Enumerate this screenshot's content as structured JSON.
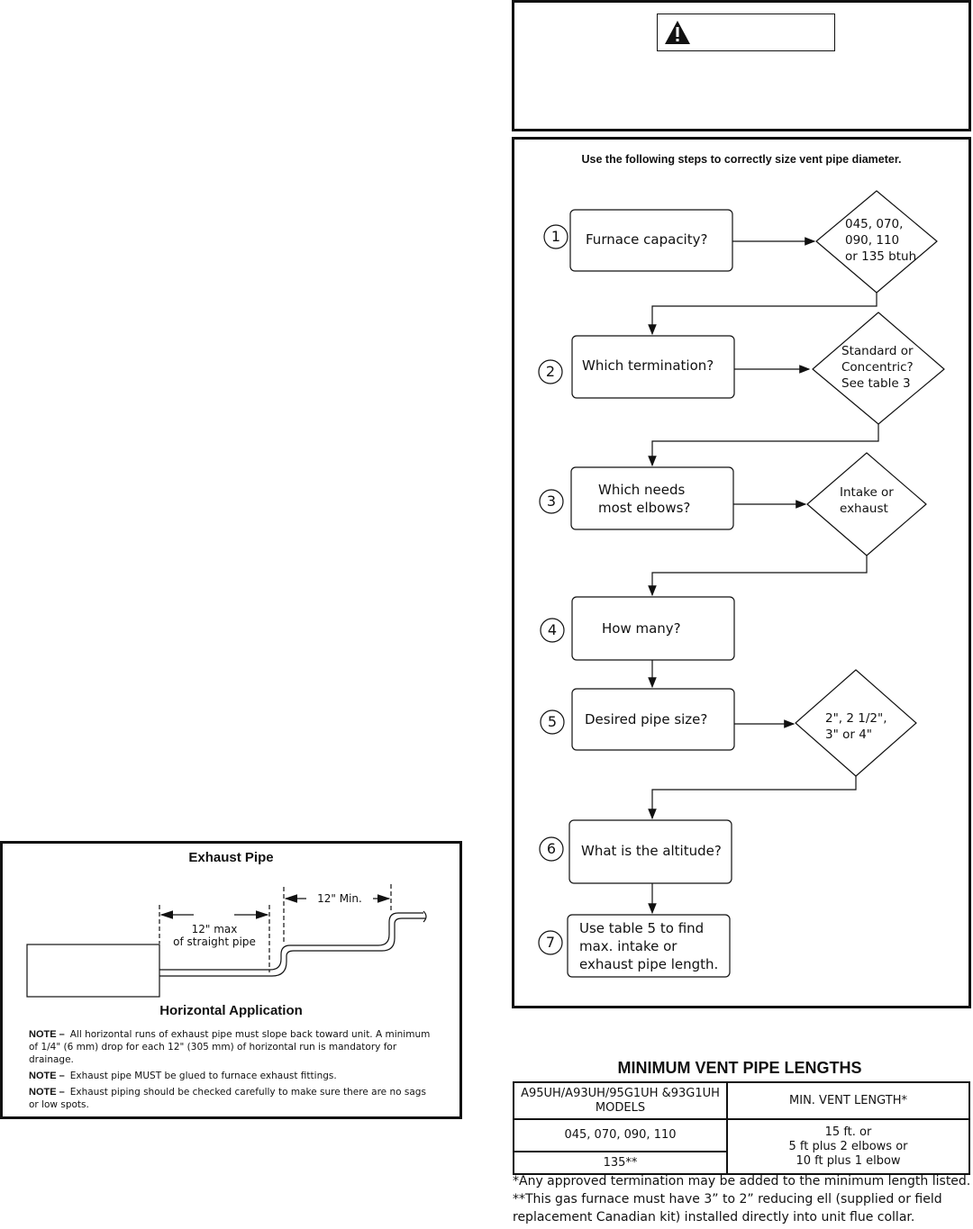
{
  "warning_box": {
    "icon": "warning-triangle-icon"
  },
  "flowchart": {
    "title": "Use the following steps to correctly size vent pipe diameter.",
    "steps": [
      {
        "number": "1",
        "question": "Furnace capacity?",
        "answer_lines": [
          "045, 070,",
          "090, 110",
          "or 135 btuh"
        ]
      },
      {
        "number": "2",
        "question": "Which termination?",
        "answer_lines": [
          "Standard or",
          "Concentric?",
          "See table 3"
        ]
      },
      {
        "number": "3",
        "question_lines": [
          "Which needs",
          "most elbows?"
        ],
        "answer_lines": [
          "Intake or",
          "exhaust"
        ]
      },
      {
        "number": "4",
        "question": "How many?"
      },
      {
        "number": "5",
        "question": "Desired pipe size?",
        "answer_lines": [
          "2\", 2 1/2\",",
          "3\" or 4\""
        ]
      },
      {
        "number": "6",
        "question": "What is the altitude?"
      },
      {
        "number": "7",
        "question_lines": [
          "Use table 5 to find",
          "max. intake or",
          "exhaust pipe length."
        ]
      }
    ]
  },
  "exhaust_figure": {
    "title": "Exhaust Pipe",
    "dim_max": [
      "12\" max",
      "of straight pipe"
    ],
    "dim_min": "12\" Min.",
    "subtitle": "Horizontal Application",
    "notes": [
      {
        "label": "NOTE –",
        "text": "All horizontal runs of exhaust pipe must slope back toward unit.  A minimum of 1/4\" (6 mm) drop for each 12\" (305 mm) of horizontal run is mandatory for drainage."
      },
      {
        "label": "NOTE –",
        "text": "Exhaust pipe MUST be glued to furnace exhaust fittings."
      },
      {
        "label": "NOTE –",
        "text": "Exhaust piping should be checked carefully to make sure there are no sags or low spots."
      }
    ]
  },
  "vent_table": {
    "title": "MINIMUM VENT PIPE LENGTHS",
    "headers": [
      "A95UH/A93UH/95G1UH &93G1UH MODELS",
      "MIN. VENT LENGTH*"
    ],
    "rows": [
      [
        "045, 070, 090, 110"
      ],
      [
        "135**"
      ]
    ],
    "min_length_lines": [
      "15 ft. or",
      "5 ft plus 2 elbows or",
      "10 ft plus 1 elbow"
    ],
    "footnotes": [
      "*Any approved termination may be added to the minimum length listed.",
      "**This gas furnace must have 3” to 2” reducing ell (supplied or field",
      "replacement Canadian kit) installed directly into unit flue collar."
    ]
  }
}
